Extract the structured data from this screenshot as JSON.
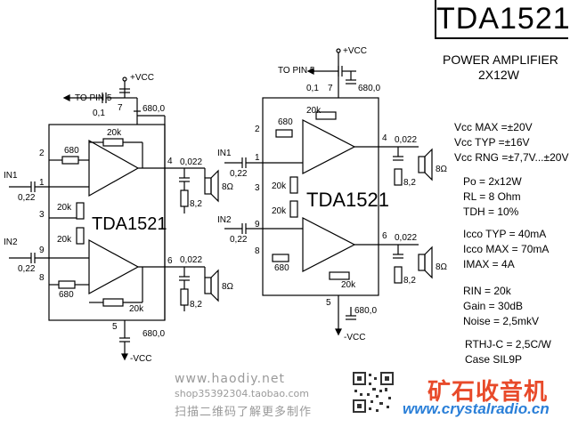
{
  "title": "TDA1521",
  "subtitle": {
    "line1": "POWER AMPLIFIER",
    "line2": "2X12W"
  },
  "specs": {
    "vcc_max": "Vcc MAX =±20V",
    "vcc_typ": "Vcc TYP =±16V",
    "vcc_rng": "Vcc RNG =±7,7V...±20V",
    "po": "Po = 2x12W",
    "rl": "RL = 8 Ohm",
    "tdh": "TDH = 10%",
    "icco_typ": "Icco TYP = 40mA",
    "icco_max": "Icco MAX = 70mA",
    "imax": "IMAX = 4A",
    "rin": "RIN = 20k",
    "gain": "Gain = 30dB",
    "noise": "Noise = 2,5mkV",
    "rthj": "RTHJ-C = 2,5C/W",
    "case": "Case SIL9P"
  },
  "left_circuit": {
    "chip_label": "TDA1521",
    "to_pin5": "TO PIN 5",
    "vcc_pos": "+VCC",
    "vcc_neg": "-VCC",
    "c_supply_small": "0,1",
    "c_supply_big": "680,0",
    "c_supply_neg": "680,0",
    "in1": "IN1",
    "in2": "IN2",
    "c_in1": "0,22",
    "c_in2": "0,22",
    "r_fb_top": "20k",
    "r_fb_bottom": "20k",
    "r_680_top": "680",
    "r_680_bottom": "680",
    "r_bias_top": "20k",
    "r_bias_bottom": "20k",
    "c_out1": "0,022",
    "c_out2": "0,022",
    "r_zobel1": "8,2",
    "r_zobel2": "8,2",
    "spk1": "8Ω",
    "spk2": "8Ω",
    "pins": [
      "2",
      "1",
      "3",
      "9",
      "8",
      "4",
      "6",
      "5",
      "7"
    ]
  },
  "right_circuit": {
    "chip_label": "TDA1521",
    "to_pin5": "TO PIN 5",
    "vcc_pos": "+VCC",
    "vcc_neg": "-VCC",
    "c_supply_small": "0,1",
    "c_supply_big": "680,0",
    "c_supply_neg": "680,0",
    "in1": "IN1",
    "in2": "IN2",
    "c_in1": "0,22",
    "c_in2": "0,22",
    "r_fb_top": "20k",
    "r_fb_bottom": "20k",
    "r_680_top": "680",
    "r_680_bottom": "680",
    "r_bias_top": "20k",
    "r_bias_bottom": "20k",
    "c_out1": "0,022",
    "c_out2": "0,022",
    "r_zobel1": "8,2",
    "r_zobel2": "8,2",
    "spk1": "8Ω",
    "spk2": "8Ω",
    "pins": [
      "2",
      "1",
      "3",
      "9",
      "8",
      "4",
      "6",
      "5",
      "7"
    ]
  },
  "watermark": {
    "site": "www.haodiy.net",
    "shop": "shop35392304.taobao.com",
    "cn_text": "扫描二维码了解更多制作",
    "badge": "矿石收音机",
    "url": "www.crystalradio.cn",
    "colors": {
      "badge": "#e84a2a",
      "url": "#2a7fd8",
      "gray": "#9a9a9a"
    }
  }
}
